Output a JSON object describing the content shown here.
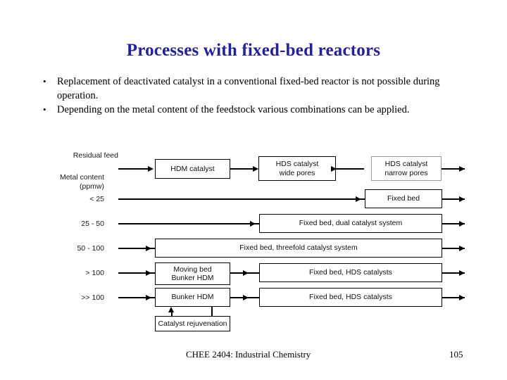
{
  "slide": {
    "title": "Processes with fixed-bed reactors",
    "bullets": [
      {
        "marker": "•",
        "text": "Replacement of deactivated catalyst in a conventional fixed-bed reactor is not possible during operation."
      },
      {
        "marker": "•",
        "text": "Depending on the metal content of the feedstock various combinations can be applied."
      }
    ],
    "footer": {
      "course": "CHEE 2404: Industrial Chemistry",
      "page": "105"
    },
    "title_color": "#22229c"
  },
  "diagram": {
    "feed_label": "Residual feed",
    "axis_label_line1": "Metal content",
    "axis_label_line2": "(ppmw)",
    "row_labels": [
      "< 25",
      "25 - 50",
      "50 - 100",
      "> 100",
      ">> 100"
    ],
    "header_boxes": [
      {
        "line1": "HDM catalyst",
        "line2": ""
      },
      {
        "line1": "HDS catalyst",
        "line2": "wide pores"
      },
      {
        "line1": "HDS catalyst",
        "line2": "narrow pores"
      }
    ],
    "rows": [
      {
        "boxes": [
          {
            "line1": "Fixed bed",
            "line2": ""
          }
        ]
      },
      {
        "boxes": [
          {
            "line1": "Fixed bed, dual catalyst system",
            "line2": ""
          }
        ]
      },
      {
        "boxes": [
          {
            "line1": "Fixed bed, threefold catalyst system",
            "line2": ""
          }
        ]
      },
      {
        "boxes": [
          {
            "line1": "Moving bed",
            "line2": "Bunker HDM"
          },
          {
            "line1": "Fixed bed, HDS catalysts",
            "line2": ""
          }
        ]
      },
      {
        "boxes": [
          {
            "line1": "Bunker HDM",
            "line2": ""
          },
          {
            "line1": "Fixed bed, HDS catalysts",
            "line2": ""
          }
        ]
      }
    ],
    "rejuvenation_box": "Catalyst rejuvenation"
  }
}
